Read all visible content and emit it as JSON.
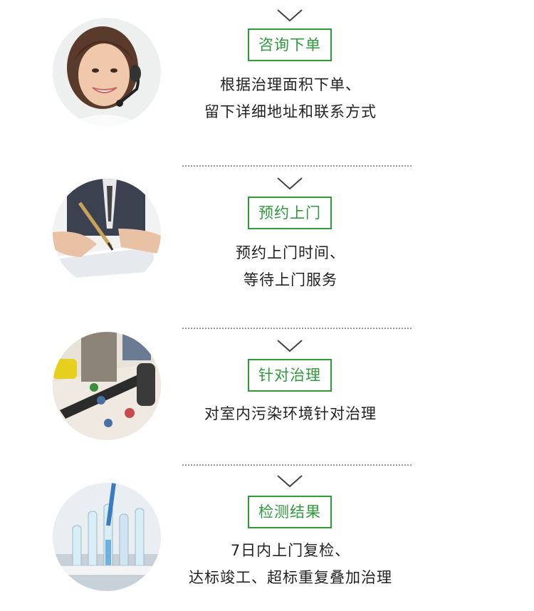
{
  "steps": [
    {
      "title": "咨询下单",
      "lines": [
        "根据治理面积下单、",
        "留下详细地址和联系方式"
      ],
      "photo_icon": "customer-service-operator"
    },
    {
      "title": "预约上门",
      "lines": [
        "预约上门时间、",
        "等待上门服务"
      ],
      "photo_icon": "signing-document"
    },
    {
      "title": "针对治理",
      "lines": [
        "对室内污染环境针对治理"
      ],
      "photo_icon": "vacuum-cleaning"
    },
    {
      "title": "检测结果",
      "lines": [
        "7日内上门复检、",
        "达标竣工、超标重复叠加治理"
      ],
      "photo_icon": "lab-test-tubes"
    }
  ],
  "colors": {
    "accent": "#2f9a3c",
    "text": "#222222",
    "divider": "#9a9a9a"
  }
}
